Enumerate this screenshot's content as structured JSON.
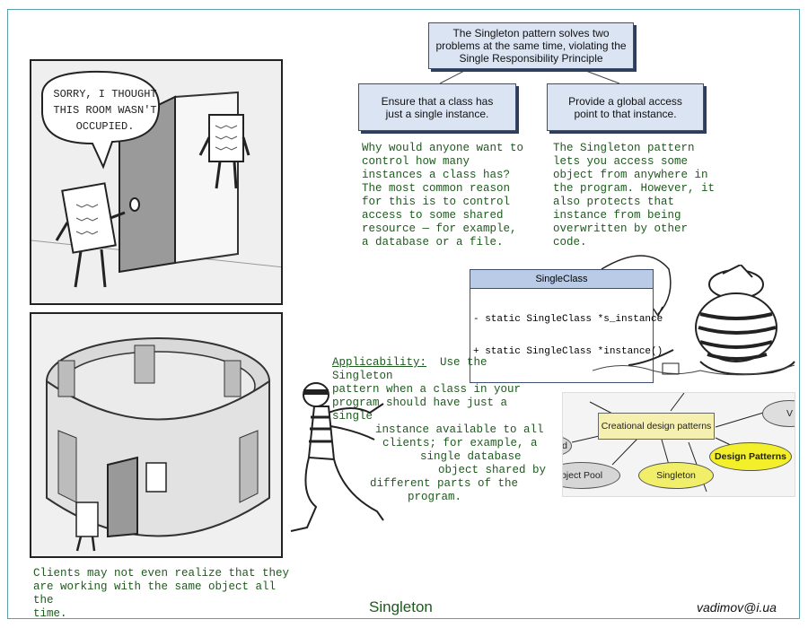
{
  "top_box": "The Singleton pattern solves two problems at the same time, violating the Single Responsibility Principle",
  "left_box": "Ensure that a class has just a single instance.",
  "right_box": "Provide a global access point to that instance.",
  "left_text": [
    "Why would anyone want to",
    "control how many",
    "instances a class has?",
    "The most common reason",
    "for this is to control",
    "access to some shared",
    "resource — for example,",
    "a database or a file."
  ],
  "right_text": [
    "The Singleton pattern",
    "lets you access some",
    "object from anywhere in",
    "the program. However, it",
    "also protects that",
    "instance from being",
    "overwritten by other",
    "code."
  ],
  "class_name": "SingleClass",
  "class_members": [
    "- static SingleClass *s_instance",
    "+ static SingleClass *instance()"
  ],
  "comic_speech": [
    "SORRY, I THOUGHT",
    "THIS ROOM WASN'T",
    "OCCUPIED."
  ],
  "applicability_label": "Applicability:",
  "applicability_lines": [
    "Use the Singleton",
    "pattern when a class in your",
    "program should have just a single",
    "instance available to all",
    "clients; for example, a",
    "single database",
    "object shared by",
    "different parts of the",
    "program."
  ],
  "clients_caption": [
    "Clients may not even realize that they",
    "are working with the same object all the",
    "time."
  ],
  "footer_title": "Singleton",
  "footer_email": "vadimov@i.ua",
  "mindmap": {
    "center": "Creational design patterns",
    "root": "Design Patterns",
    "singleton": "Singleton",
    "object_pool": "bject Pool",
    "cut_left": "d",
    "cut_right": "V"
  }
}
